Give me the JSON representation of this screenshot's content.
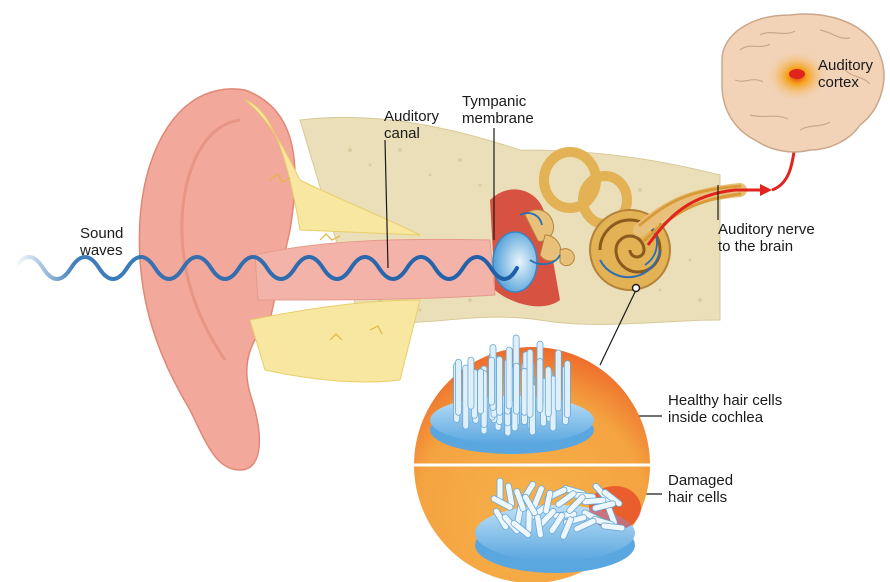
{
  "labels": {
    "sound_waves": [
      "Sound",
      "waves"
    ],
    "auditory_canal": [
      "Auditory",
      "canal"
    ],
    "tympanic_membrane": [
      "Tympanic",
      "membrane"
    ],
    "auditory_cortex": [
      "Auditory",
      "cortex"
    ],
    "auditory_nerve": [
      "Auditory nerve",
      "to the brain"
    ],
    "healthy_hair_cells": [
      "Healthy hair cells",
      "inside cochlea"
    ],
    "damaged_hair_cells": [
      "Damaged",
      "hair cells"
    ]
  },
  "colors": {
    "sound_wave": "#2a6fb5",
    "ear_skin": "#f2a89a",
    "canal": "#f4b3a8",
    "bone": "#eadfb8",
    "cochlea": "#e2b255",
    "nerve_signal": "#e0231c",
    "brain": "#f2d3b8",
    "cortex_glow": "#f6a21a",
    "hair_cells": "#a9d4f0",
    "lens_bg": "#f4a340"
  }
}
